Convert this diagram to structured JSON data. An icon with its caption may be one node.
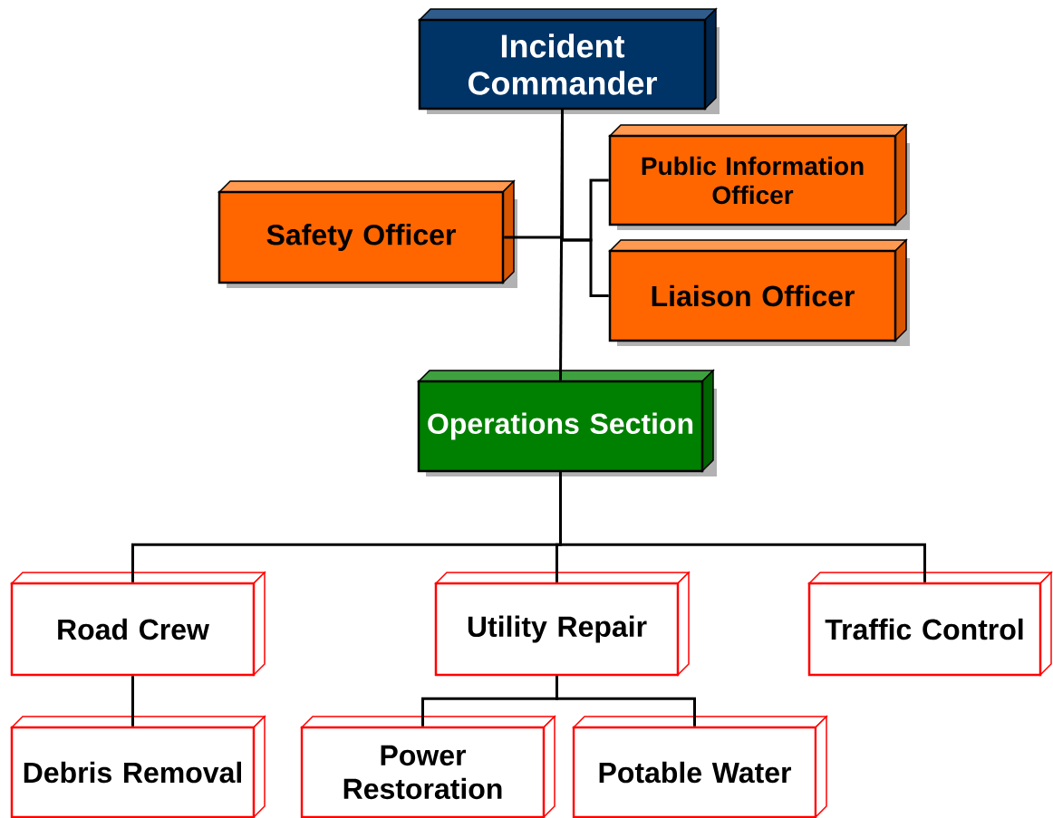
{
  "diagram": {
    "nodes": [
      {
        "text": [
          "Incident Commander"
        ]
      },
      {
        "text": [
          "Safety Officer"
        ]
      },
      {
        "text": [
          "Public Information Officer"
        ]
      },
      {
        "text": [
          "Liaison Officer"
        ]
      },
      {
        "text": [
          "Operations Section"
        ]
      },
      {
        "text": [
          "Road Crew"
        ]
      },
      {
        "text": [
          "Utility Repair"
        ]
      },
      {
        "text": [
          "Traffic Control"
        ]
      },
      {
        "text": [
          "Debris Removal"
        ]
      },
      {
        "text": [
          "Power Restoration"
        ]
      },
      {
        "text": [
          "Potable Water"
        ]
      }
    ],
    "edges": [
      {
        "from": 0,
        "to": 1,
        "arrow": "none"
      },
      {
        "from": 0,
        "to": 2,
        "arrow": "none"
      },
      {
        "from": 0,
        "to": 3,
        "arrow": "none"
      },
      {
        "from": 0,
        "to": 4,
        "arrow": "none"
      },
      {
        "from": 4,
        "to": 5,
        "arrow": "none"
      },
      {
        "from": 4,
        "to": 6,
        "arrow": "none"
      },
      {
        "from": 4,
        "to": 7,
        "arrow": "none"
      },
      {
        "from": 5,
        "to": 8,
        "arrow": "none"
      },
      {
        "from": 6,
        "to": 9,
        "arrow": "none"
      },
      {
        "from": 6,
        "to": 10,
        "arrow": "none"
      }
    ]
  }
}
